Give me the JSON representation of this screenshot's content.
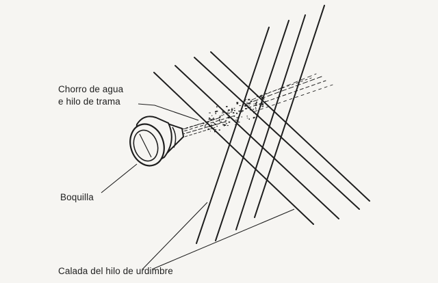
{
  "labels": {
    "water_jet_line1": "Chorro de agua",
    "water_jet_line2": "e hilo de trama",
    "nozzle": "Boquilla",
    "warp_shed": "Calada del hilo de urdimbre"
  },
  "colors": {
    "ink": "#1e1e1e",
    "paper": "#f6f5f2"
  }
}
